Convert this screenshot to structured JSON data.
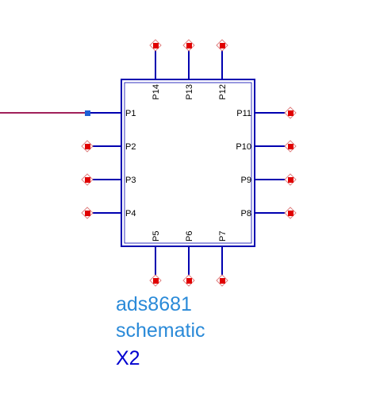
{
  "component": {
    "library": "ads8681",
    "view": "schematic",
    "instance": "X2"
  },
  "pins": {
    "p1": "P1",
    "p2": "P2",
    "p3": "P3",
    "p4": "P4",
    "p5": "P5",
    "p6": "P6",
    "p7": "P7",
    "p8": "P8",
    "p9": "P9",
    "p10": "P10",
    "p11": "P11",
    "p12": "P12",
    "p13": "P13",
    "p14": "P14"
  },
  "colors": {
    "body_outline": "#0000b0",
    "pin_line": "#0000b0",
    "pin_terminal": "#e00000",
    "wire": "#a0205a",
    "connected_terminal": "#1e5fd6",
    "library_text": "#2a8ad8",
    "instance_text": "#0000d0"
  }
}
